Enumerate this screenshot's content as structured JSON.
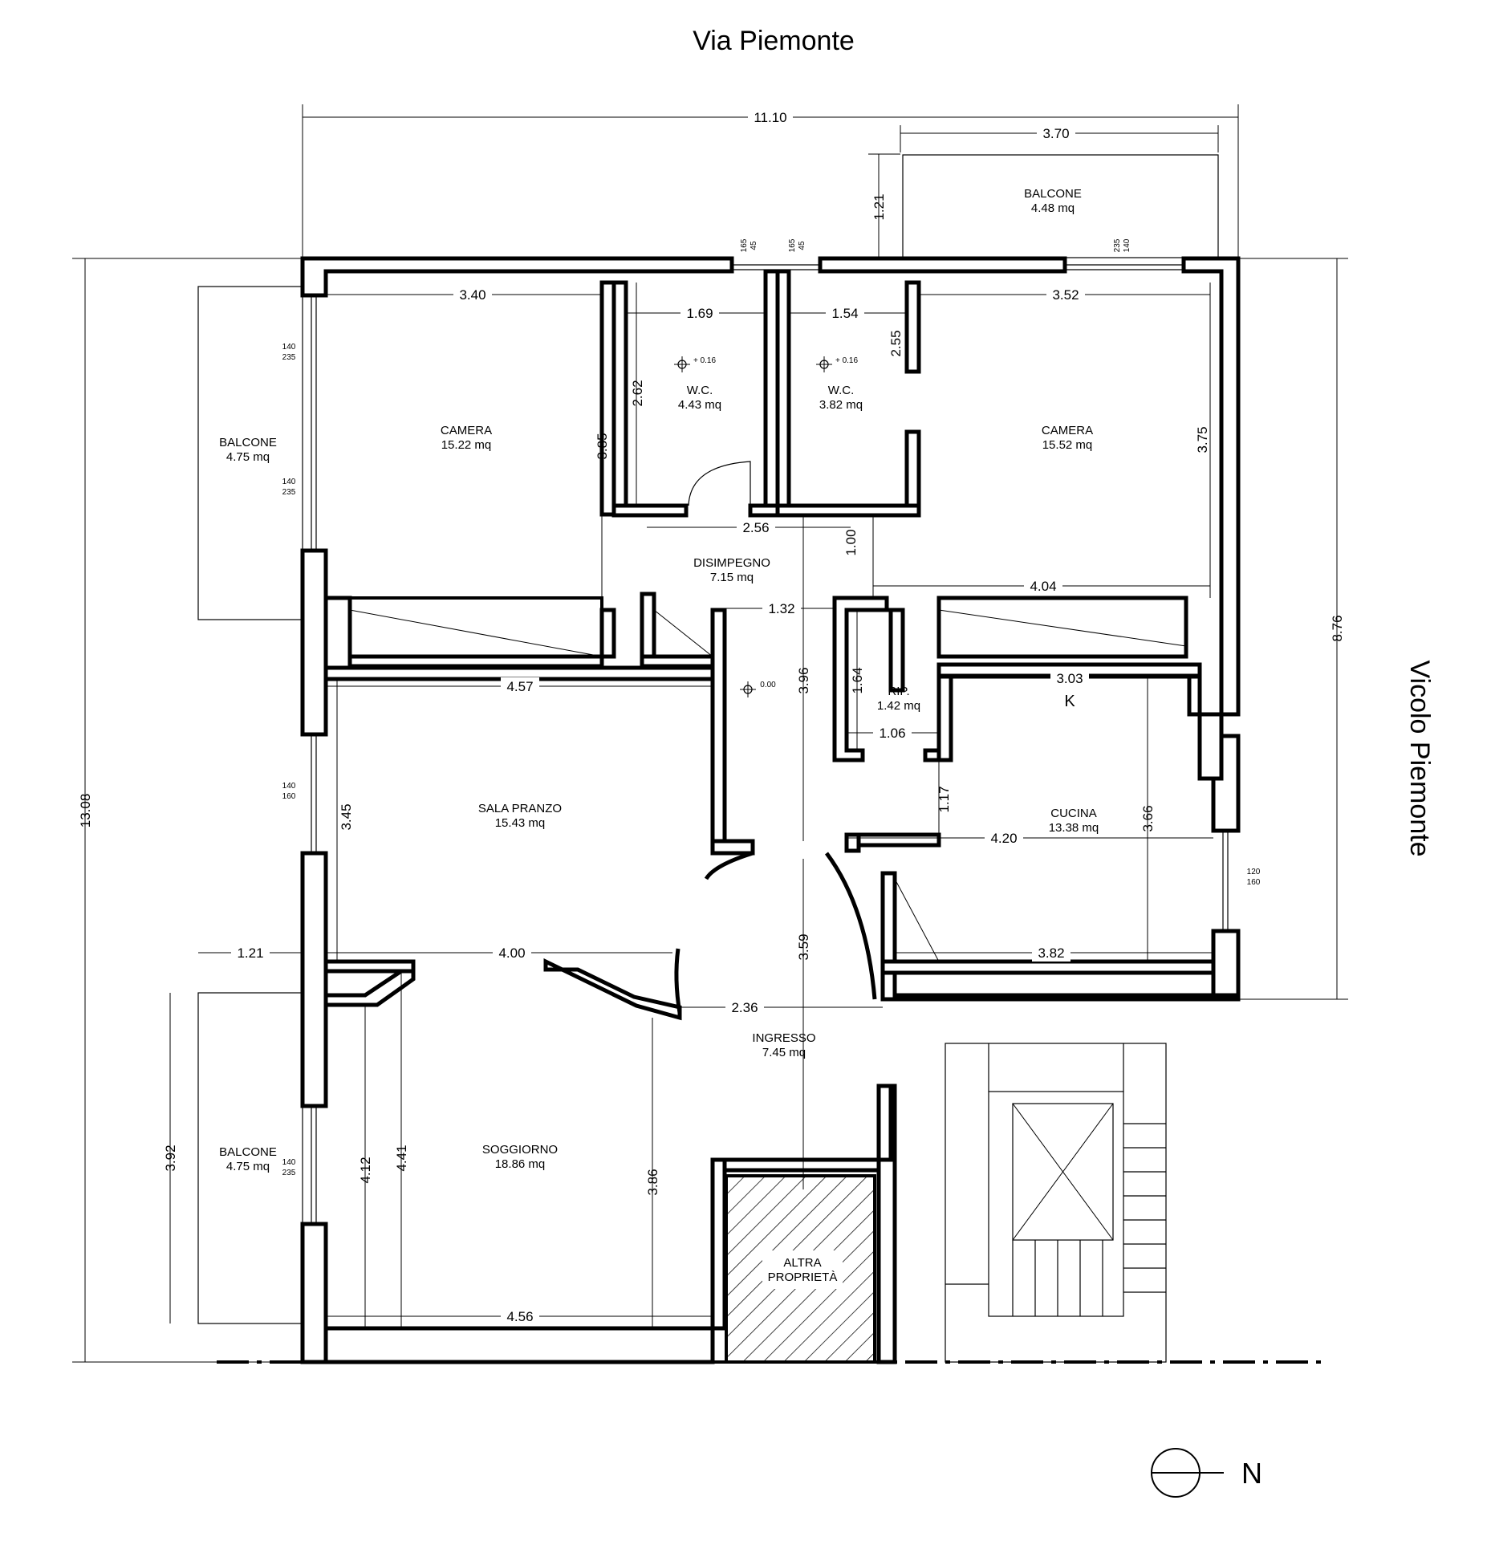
{
  "streets": {
    "top": "Via Piemonte",
    "right": "Vicolo Piemonte"
  },
  "north": {
    "label": "N"
  },
  "rooms": [
    {
      "id": "camera-nw",
      "name": "CAMERA",
      "area": "15.22 mq"
    },
    {
      "id": "wc-1",
      "name": "W.C.",
      "area": "4.43 mq"
    },
    {
      "id": "wc-2",
      "name": "W.C.",
      "area": "3.82 mq"
    },
    {
      "id": "camera-ne",
      "name": "CAMERA",
      "area": "15.52 mq"
    },
    {
      "id": "balcone-n",
      "name": "BALCONE",
      "area": "4.48 mq"
    },
    {
      "id": "balcone-w1",
      "name": "BALCONE",
      "area": "4.75 mq"
    },
    {
      "id": "balcone-w2",
      "name": "BALCONE",
      "area": "4.75 mq"
    },
    {
      "id": "disimpegno",
      "name": "DISIMPEGNO",
      "area": "7.15 mq"
    },
    {
      "id": "sala-pranzo",
      "name": "SALA PRANZO",
      "area": "15.43 mq"
    },
    {
      "id": "rip",
      "name": "RIP.",
      "area": "1.42 mq"
    },
    {
      "id": "cucina",
      "name": "CUCINA",
      "area": "13.38 mq"
    },
    {
      "id": "ingresso",
      "name": "INGRESSO",
      "area": "7.45 mq"
    },
    {
      "id": "soggiorno",
      "name": "SOGGIORNO",
      "area": "18.86 mq"
    },
    {
      "id": "altra",
      "name": "ALTRA",
      "area": "PROPRIETÀ"
    }
  ],
  "kitchen_mark": "K",
  "levels": [
    "+ 0.16",
    "+ 0.16",
    "0.00"
  ],
  "dimensions": [
    "11.10",
    "3.70",
    "1.21",
    "3.40",
    "1.69",
    "1.54",
    "3.52",
    "2.55",
    "2.62",
    "3.85",
    "3.75",
    "2.56",
    "1.00",
    "4.04",
    "1.32",
    "4.57",
    "1.64",
    "3.03",
    "1.06",
    "3.96",
    "3.45",
    "1.17",
    "4.20",
    "3.66",
    "4.00",
    "3.59",
    "3.82",
    "1.21",
    "2.36",
    "3.92",
    "4.12",
    "4.41",
    "3.86",
    "4.56",
    "13.08",
    "8.76"
  ],
  "windows": [
    [
      "45",
      "165"
    ],
    [
      "45",
      "165"
    ],
    [
      "140",
      "235"
    ],
    [
      "140",
      "235"
    ],
    [
      "140",
      "235"
    ],
    [
      "140",
      "160"
    ],
    [
      "140",
      "235"
    ],
    [
      "120",
      "160"
    ]
  ]
}
